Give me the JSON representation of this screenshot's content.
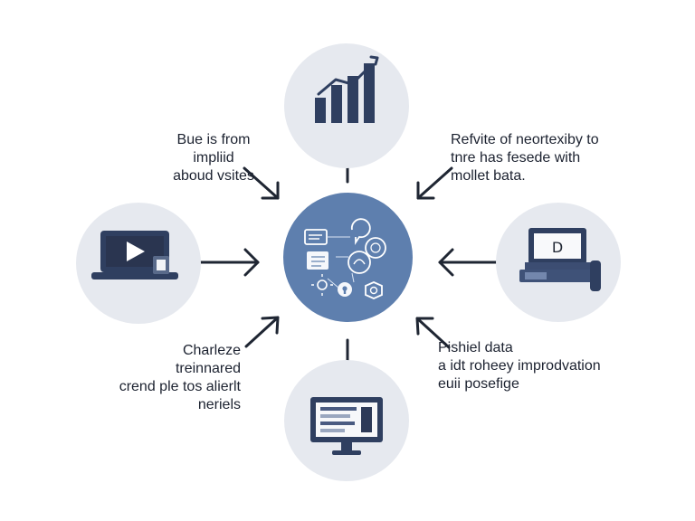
{
  "labels": {
    "top_left": "Bue is from\nimpliid\naboud vsites",
    "top_right": "Refvite of neortexiby to\ntnre has fesede with\nmollet bata.",
    "bottom_left": "Charleze\ntreinnared\ncrend ple tos alierlt\nneriels",
    "bottom_right": "Pishiel data\na idt roheey improdvation\neuii posefige"
  },
  "laptop_screen_letter": "D",
  "colors": {
    "node_fill": "#e6e9ef",
    "center_fill": "#5e7fae",
    "icon_dark": "#2f3f60",
    "connector": "#1f2633"
  }
}
